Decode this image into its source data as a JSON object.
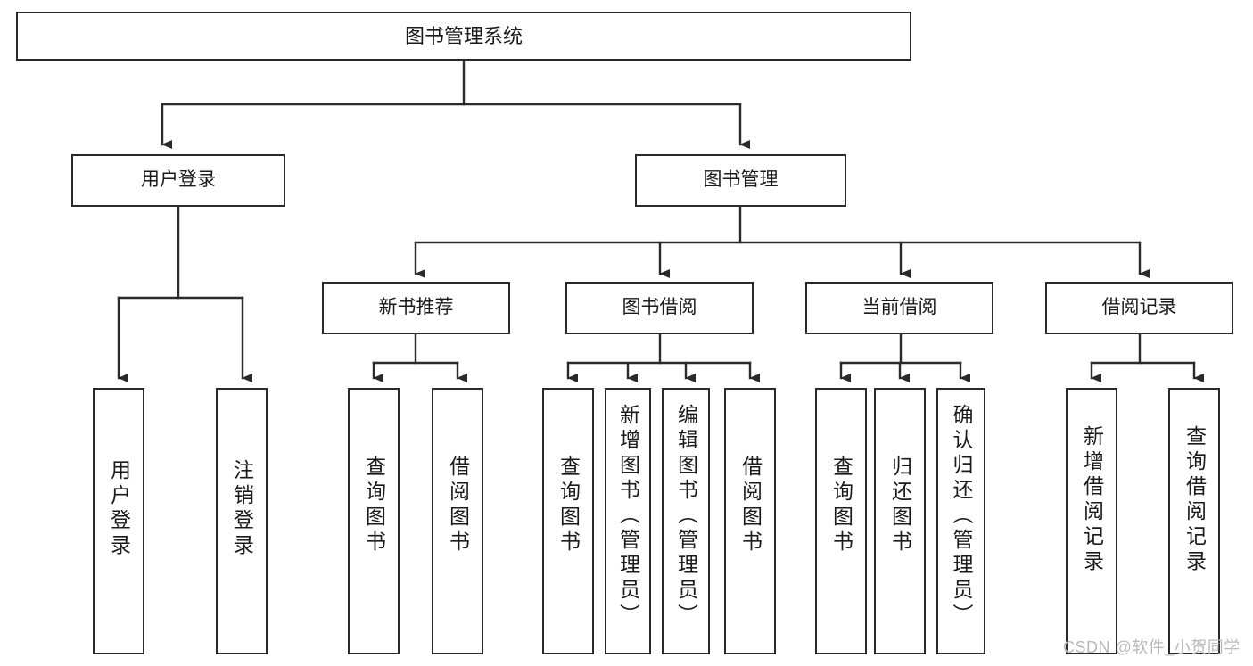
{
  "diagram": {
    "title": "图书管理系统",
    "type": "tree",
    "watermark": "CSDN @软件_小贺同学",
    "colors": {
      "box_border": "#2a2a2a",
      "box_fill": "#ffffff",
      "connector": "#2a2a2a",
      "text": "#1b1b1b",
      "watermark": "#b9b9b9",
      "background": "#ffffff"
    },
    "nodes": {
      "root": {
        "label": "图书管理系统"
      },
      "level2": [
        {
          "label": "用户登录"
        },
        {
          "label": "图书管理"
        }
      ],
      "level3": [
        {
          "label": "新书推荐"
        },
        {
          "label": "图书借阅"
        },
        {
          "label": "当前借阅"
        },
        {
          "label": "借阅记录"
        }
      ],
      "leaves": {
        "user_login": [
          {
            "label": "用户登录"
          },
          {
            "label": "注销登录"
          }
        ],
        "new_book_recommend": [
          {
            "label": "查询图书"
          },
          {
            "label": "借阅图书"
          }
        ],
        "book_borrow": [
          {
            "label": "查询图书"
          },
          {
            "label": "新增图书（管理员）"
          },
          {
            "label": "编辑图书（管理员）"
          },
          {
            "label": "借阅图书"
          }
        ],
        "current_borrow": [
          {
            "label": "查询图书"
          },
          {
            "label": "归还图书"
          },
          {
            "label": "确认归还（管理员）"
          }
        ],
        "borrow_record": [
          {
            "label": "新增借阅记录"
          },
          {
            "label": "查询借阅记录"
          }
        ]
      }
    }
  }
}
